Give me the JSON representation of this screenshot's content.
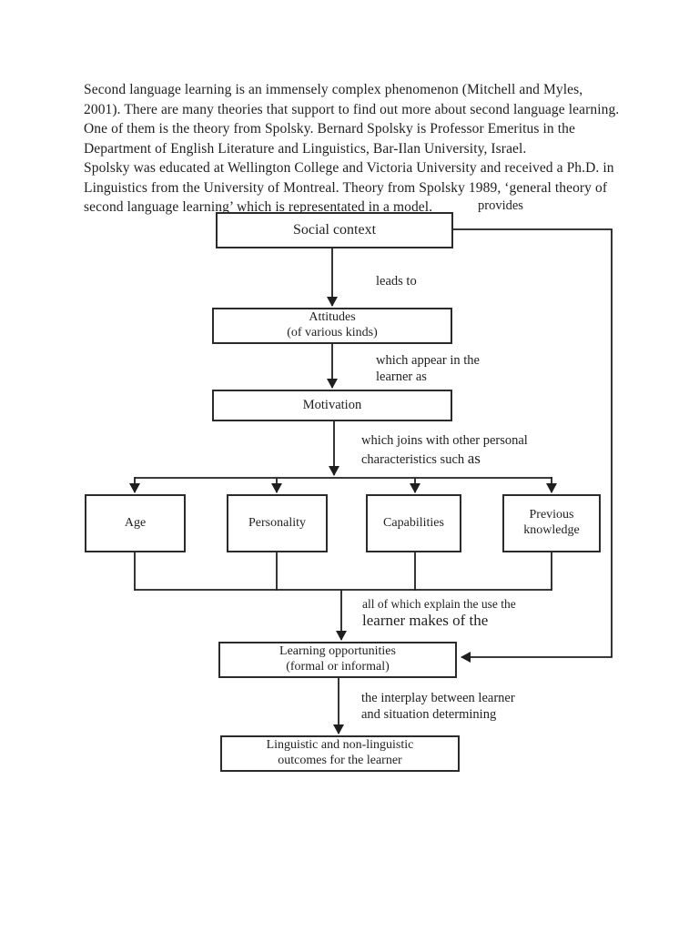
{
  "intro": {
    "lines": [
      "Second language learning is an immensely complex phenomenon (Mitchell and Myles,",
      "2001). There are many theories that support to find out more about second language learning.",
      "One of them is the theory from Spolsky. Bernard Spolsky is Professor Emeritus in the",
      "Department of English Literature and Linguistics, Bar-Ilan University, Israel.",
      "Spolsky was educated at Wellington College and Victoria University and received a Ph.D. in",
      "Linguistics from the University of Montreal. Theory from Spolsky 1989, ‘general theory of",
      "second language learning’ which is representated in a model."
    ]
  },
  "diagram": {
    "boxes": {
      "social_context": "Social context",
      "attitudes_line1": "Attitudes",
      "attitudes_line2": "(of various kinds)",
      "motivation": "Motivation",
      "age": "Age",
      "personality": "Personality",
      "capabilities": "Capabilities",
      "previous_line1": "Previous",
      "previous_line2": "knowledge",
      "learning_line1": "Learning opportunities",
      "learning_line2": "(formal or informal)",
      "outcomes_line1": "Linguistic and non-linguistic",
      "outcomes_line2": "outcomes for the learner"
    },
    "labels": {
      "provides": "provides",
      "leads_to": "leads to",
      "appear_line1": "which appear in the",
      "appear_line2": "learner as",
      "joins_line1": "which joins with other personal",
      "joins_line2a": "characteristics such ",
      "joins_line2b": "as",
      "explain_line1": "all of which explain the use the",
      "explain_line2": "learner makes of the",
      "interplay_line1": "the interplay between learner",
      "interplay_line2": "and situation determining"
    },
    "colors": {
      "ink": "#1f1f1f",
      "page_bg": "#ffffff"
    }
  }
}
